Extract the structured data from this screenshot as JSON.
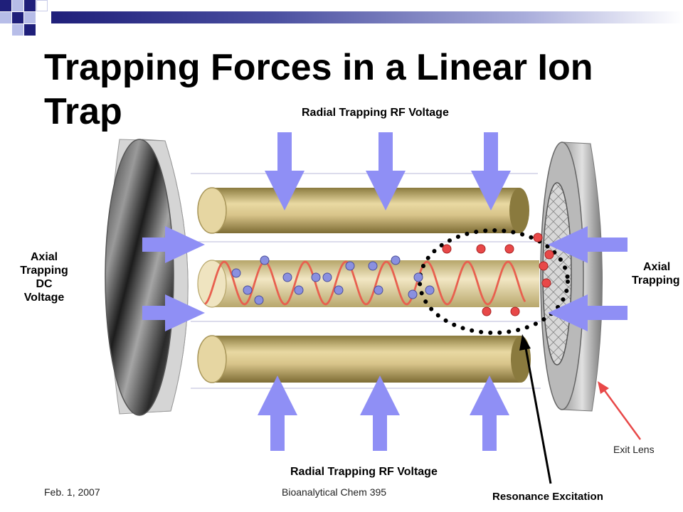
{
  "slide": {
    "title": "Trapping Forces in a Linear Ion Trap",
    "footer_date": "Feb. 1, 2007",
    "footer_course": "Bioanalytical Chem 395"
  },
  "labels": {
    "radial_top": "Radial  Trapping RF Voltage",
    "radial_bottom": "Radial  Trapping RF Voltage",
    "axial_left": [
      "Axial",
      "Trapping",
      "DC",
      "Voltage"
    ],
    "axial_right": [
      "Axial",
      "Trapping"
    ],
    "exit_lens": "Exit Lens",
    "resonance": "Resonance Excitation"
  },
  "colors": {
    "navy": "#1f1f7a",
    "arrow": "#8f8ff5",
    "rod": "#d8c48a",
    "trajectory": "#e8604f",
    "trapped_ion": "#8a90e0",
    "ejected_ion": "#e84848",
    "pointer": "#e84848"
  }
}
